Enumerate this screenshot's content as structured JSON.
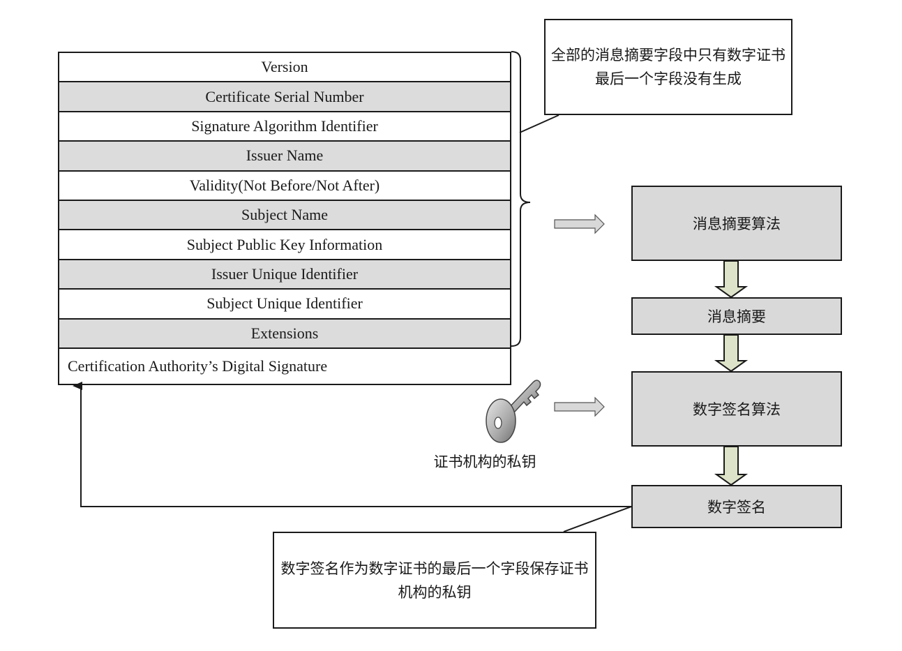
{
  "certificate": {
    "fields": [
      {
        "label": "Version",
        "shaded": false
      },
      {
        "label": "Certificate Serial Number",
        "shaded": true
      },
      {
        "label": "Signature Algorithm Identifier",
        "shaded": false
      },
      {
        "label": "Issuer Name",
        "shaded": true
      },
      {
        "label": "Validity(Not Before/Not After)",
        "shaded": false
      },
      {
        "label": "Subject Name",
        "shaded": true
      },
      {
        "label": "Subject Public Key Information",
        "shaded": false
      },
      {
        "label": "Issuer Unique Identifier",
        "shaded": true
      },
      {
        "label": "Subject Unique Identifier",
        "shaded": false
      },
      {
        "label": "Extensions",
        "shaded": true
      }
    ],
    "signature_field": "Certification Authority’s Digital Signature"
  },
  "notes": {
    "top": "全部的消息摘要字段中只有数字证书最后一个字段没有生成",
    "bottom": "数字签名作为数字证书的最后一个字段保存证书机构的私钥"
  },
  "process": {
    "hash_algorithm": "消息摘要算法",
    "digest": "消息摘要",
    "signature_algorithm": "数字签名算法",
    "signature": "数字签名"
  },
  "key": {
    "label": "证书机构的私钥",
    "icon": "key-icon"
  },
  "colors": {
    "shaded": "#dcdcdc",
    "process_box": "#d9d9d9",
    "arrow_fill": "#dde3c8",
    "line": "#1a1a1a"
  }
}
